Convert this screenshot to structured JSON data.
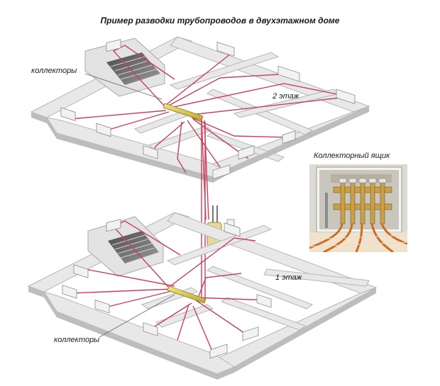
{
  "title": "Пример разводки трубопроводов в двухэтажном доме",
  "labels": {
    "collectors_top": "коллекторы",
    "floor2": "2 этаж",
    "collector_box": "Коллекторный ящик",
    "floor1": "1 этаж",
    "collectors_bottom": "коллекторы"
  },
  "colors": {
    "pipe": "#c8405e",
    "pipe_dark": "#8a2a40",
    "wall_top": "#e6e6e6",
    "wall_side": "#b9b9b9",
    "stairs": "#6e6e6e",
    "collector": "#d8c850",
    "radiator": "#9a9a9a"
  },
  "icons": [
    "radiator-icon",
    "collector-bar-icon",
    "boiler-icon",
    "stairs-icon"
  ]
}
